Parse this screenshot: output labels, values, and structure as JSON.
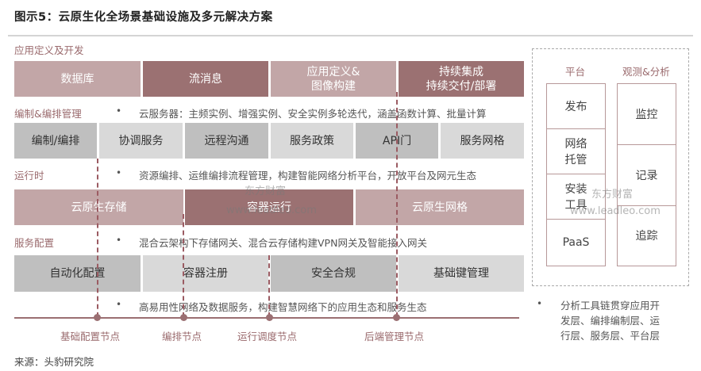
{
  "title": "图示5：云原生化全场景基础设施及多元解决方案",
  "layers": [
    {
      "label": "应用定义及开发",
      "boxes": [
        "数据库",
        "流消息",
        "应用定义&\n图像构建",
        "持续集成\n持续交付/部署"
      ],
      "bullet": ""
    },
    {
      "label": "编制&编排管理",
      "bullet": "云服务器：主频实例、增强实例、安全实例多轮迭代，涵盖函数计算、批量计算",
      "boxes": [
        "编制/编排",
        "协调服务",
        "远程沟通",
        "服务政策",
        "API门",
        "服务网格"
      ]
    },
    {
      "label": "运行时",
      "bullet": "资源编排、运维编排流程管理，构建智能网络分析平台，开放平台及网元生态",
      "boxes": [
        "云原生存储",
        "容器运行",
        "云原生网格"
      ]
    },
    {
      "label": "服务配置",
      "bullet": "混合云架构下存储网关、混合云存储构建VPN网关及智能接入网关",
      "boxes": [
        "自动化配置",
        "容器注册",
        "安全合规",
        "基础键管理"
      ]
    }
  ],
  "bottom_bullet": "高易用性网络及数据服务，构建智慧网络下的应用生态和服务生态",
  "timeline": {
    "nodes": [
      "基础配置节点",
      "编排节点",
      "运行调度节点",
      "后端管理节点"
    ]
  },
  "right_panel": {
    "platform": {
      "heading": "平台",
      "items": [
        "发布",
        "网络\n托管",
        "安装\n工具",
        "PaaS"
      ]
    },
    "observe": {
      "heading": "观测&分析",
      "items": [
        "监控",
        "记录",
        "追踪"
      ]
    },
    "note": "分析工具链贯穿应用开\n发层、编排编制层、运\n行层、服务层、平台层"
  },
  "watermarks": [
    "东方财富",
    "www.leadleo.com"
  ],
  "source": "来源：头豹研究院",
  "colors": {
    "light_rose": "#c2a6a7",
    "dark_rose": "#9b7172",
    "gray_dark": "#bfbfbf",
    "gray_light": "#d9d9d9",
    "label_color": "#9a6a6d"
  }
}
